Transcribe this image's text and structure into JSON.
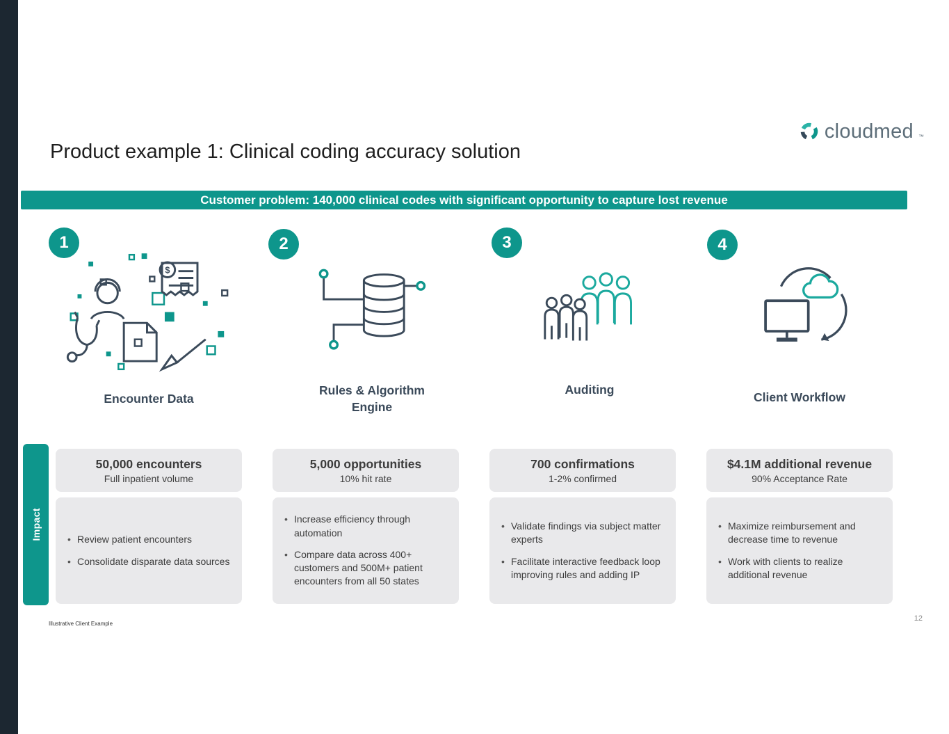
{
  "slide": {
    "title": "Product example 1: Clinical coding accuracy solution",
    "logo": {
      "text": "cloudmed",
      "tm": "™"
    },
    "banner": "Customer problem: 140,000 clinical codes with significant opportunity to capture lost revenue",
    "impact_label": "Impact",
    "footnote": "Illustrative Client Example",
    "page_number": "12"
  },
  "columns": [
    {
      "number": "1",
      "label": "Encounter Data",
      "icon": "encounter-data-icon",
      "stat": {
        "title": "50,000 encounters",
        "subtitle": "Full inpatient volume"
      },
      "bullets": [
        "Review patient encounters",
        "Consolidate disparate data sources"
      ]
    },
    {
      "number": "2",
      "label": "Rules & Algorithm Engine",
      "icon": "rules-algorithm-engine-icon",
      "stat": {
        "title": "5,000 opportunities",
        "subtitle": "10% hit rate"
      },
      "bullets": [
        "Increase efficiency through automation",
        "Compare data across 400+ customers and 500M+ patient encounters from all 50 states"
      ]
    },
    {
      "number": "3",
      "label": "Auditing",
      "icon": "auditing-icon",
      "stat": {
        "title": "700 confirmations",
        "subtitle": "1-2% confirmed"
      },
      "bullets": [
        "Validate findings via subject matter experts",
        "Facilitate interactive feedback loop improving rules and adding IP"
      ]
    },
    {
      "number": "4",
      "label": "Client Workflow",
      "icon": "client-workflow-icon",
      "stat": {
        "title": "$4.1M additional revenue",
        "subtitle": "90% Acceptance Rate"
      },
      "bullets": [
        "Maximize reimbursement and decrease time to revenue",
        "Work with clients to realize additional revenue"
      ]
    }
  ],
  "colors": {
    "teal": "#0E968C",
    "dark_navy": "#3B4A5A",
    "box_gray": "#E9E9EB",
    "left_strip": "#1C2731",
    "logo_gray": "#5D6E79"
  }
}
